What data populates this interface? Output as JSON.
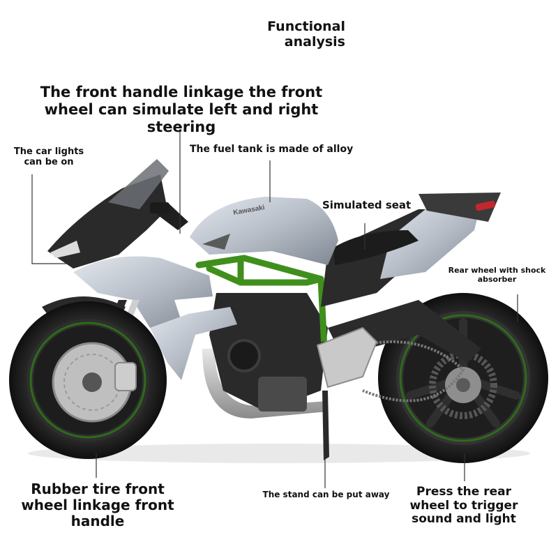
{
  "labels": {
    "title": "Functional analysis",
    "steering": "The front handle linkage the front wheel can simulate left and right steering",
    "lights": "The car lights can be on",
    "fuel_tank": "The fuel tank is made of alloy",
    "seat": "Simulated seat",
    "rear_wheel": "Rear wheel with shock absorber",
    "front_tire": "Rubber tire front wheel linkage front handle",
    "stand": "The stand can be put away",
    "press_rear": "Press the rear wheel to trigger sound and light"
  },
  "product": {
    "tank_brand_text": "Kawasaki",
    "colors": {
      "body_silver": "#b9bfc8",
      "frame_green": "#3f8f1c",
      "tire": "#1d1d1d",
      "rim_accent": "#2e6b1a",
      "carbon": "#2a2a2a"
    }
  }
}
